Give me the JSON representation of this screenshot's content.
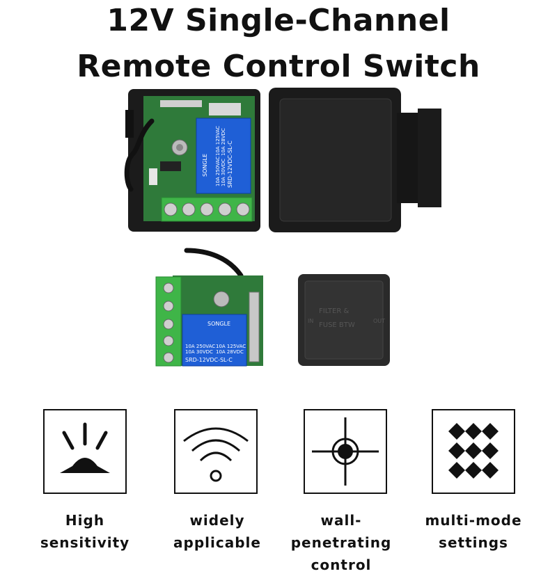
{
  "title": {
    "line1": "12V Single-Channel",
    "line2": "Remote Control Switch"
  },
  "relay": {
    "brand": "SONGLE",
    "rating_ac": "10A 250VAC",
    "rating_dc": "10A 30VDC",
    "rating_ac2": "10A 125VAC",
    "rating_dc2": "10A 28VDC",
    "model": "SRD-12VDC-SL-C"
  },
  "closed_case": {
    "text_top": "FILTER &",
    "text_bottom": "FUSE BTW",
    "side_left": "IN",
    "side_right": "OUT"
  },
  "features": [
    {
      "icon": "sun-rays-icon",
      "line1": "High",
      "line2": "sensitivity"
    },
    {
      "icon": "wifi-icon",
      "line1": "widely",
      "line2": "applicable"
    },
    {
      "icon": "crosshair-icon",
      "line1": "wall-penetrating",
      "line2": "control"
    },
    {
      "icon": "diamond-grid-icon",
      "line1": "multi-mode",
      "line2": "settings"
    }
  ],
  "colors": {
    "case": "#1e1e1e",
    "pcb": "#2f7a3a",
    "relay": "#1f5fd6",
    "terminal": "#3fb548"
  }
}
